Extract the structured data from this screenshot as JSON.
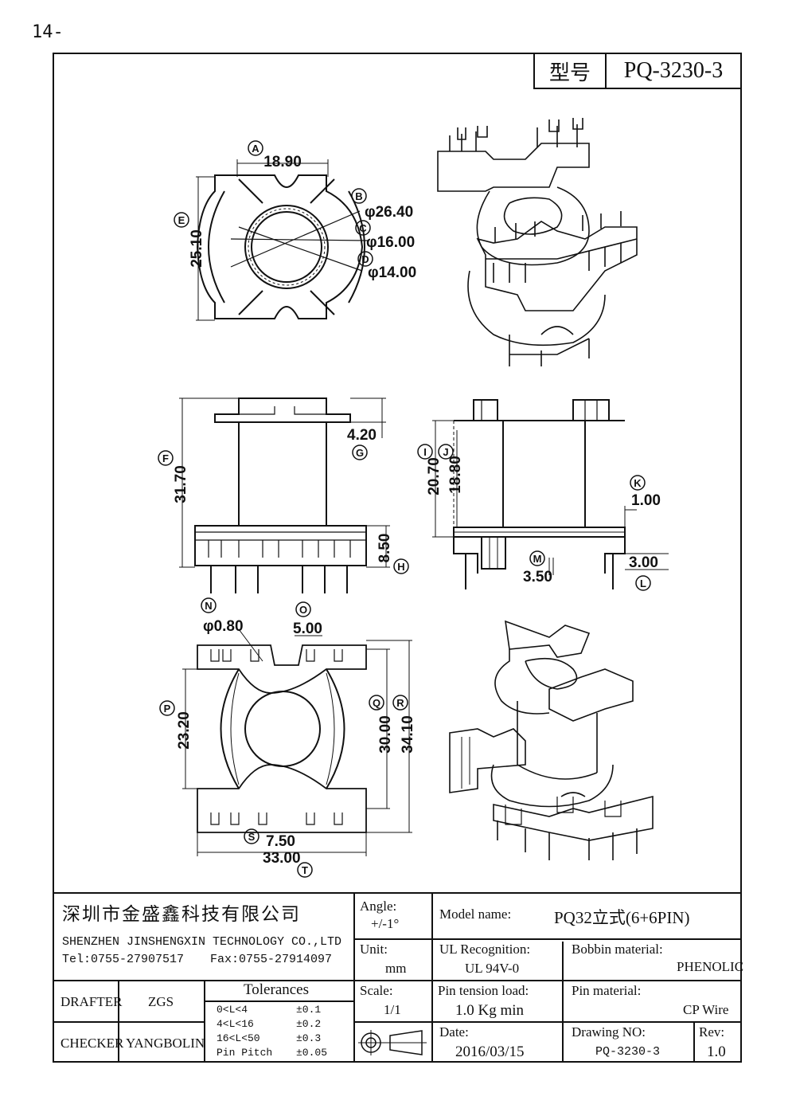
{
  "page_number": "14-",
  "model_label": "型号",
  "model_code": "PQ-3230-3",
  "dimensions": {
    "A": {
      "marker": "A",
      "value": "18.90"
    },
    "B": {
      "marker": "B",
      "value": "φ26.40"
    },
    "C": {
      "marker": "C",
      "value": "φ16.00"
    },
    "D": {
      "marker": "D",
      "value": "φ14.00"
    },
    "E": {
      "marker": "E",
      "value": "25.10"
    },
    "F": {
      "marker": "F",
      "value": "31.70"
    },
    "G": {
      "marker": "G",
      "value": "4.20"
    },
    "H": {
      "marker": "H",
      "value": "8.50"
    },
    "I": {
      "marker": "I",
      "value": "20.70"
    },
    "J": {
      "marker": "J",
      "value": "18.80"
    },
    "K": {
      "marker": "K",
      "value": "1.00"
    },
    "L": {
      "marker": "L",
      "value": "3.00"
    },
    "M": {
      "marker": "M",
      "value": "3.50"
    },
    "N": {
      "marker": "N",
      "value": "φ0.80"
    },
    "O": {
      "marker": "O",
      "value": "5.00"
    },
    "P": {
      "marker": "P",
      "value": "23.20"
    },
    "Q": {
      "marker": "Q",
      "value": "30.00"
    },
    "R": {
      "marker": "R",
      "value": "34.10"
    },
    "S": {
      "marker": "S",
      "value": "7.50"
    },
    "T": {
      "marker": "T",
      "value": "33.00"
    }
  },
  "title_block": {
    "company_cn": "深圳市金盛鑫科技有限公司",
    "company_en": "SHENZHEN JINSHENGXIN TECHNOLOGY CO.,LTD",
    "tel": "Tel:0755-27907517",
    "fax": "Fax:0755-27914097",
    "drafter_label": "DRAFTER",
    "drafter": "ZGS",
    "checker_label": "CHECKER",
    "checker": "YANGBOLIN",
    "tolerances_title": "Tolerances",
    "tolerances": [
      {
        "range": "0<L<4",
        "value": "±0.1"
      },
      {
        "range": "4<L<16",
        "value": "±0.2"
      },
      {
        "range": "16<L<50",
        "value": "±0.3"
      },
      {
        "range": "Pin Pitch",
        "value": "±0.05"
      }
    ],
    "angle_label": "Angle:",
    "angle_value": "+/-1°",
    "unit_label": "Unit:",
    "unit_value": "mm",
    "scale_label": "Scale:",
    "scale_value": "1/1",
    "model_name_label": "Model name:",
    "model_name": "PQ32立式(6+6PIN)",
    "ul_label": "UL Recognition:",
    "ul_value": "UL 94V-0",
    "bobbin_label": "Bobbin material:",
    "bobbin_value": "PHENOLIC",
    "pin_tension_label": "Pin tension load:",
    "pin_tension_value": "1.0 Kg min",
    "pin_material_label": "Pin material:",
    "pin_material_value": "CP Wire",
    "date_label": "Date:",
    "date_value": "2016/03/15",
    "drawing_no_label": "Drawing NO:",
    "drawing_no": "PQ-3230-3",
    "rev_label": "Rev:",
    "rev_value": "1.0"
  }
}
